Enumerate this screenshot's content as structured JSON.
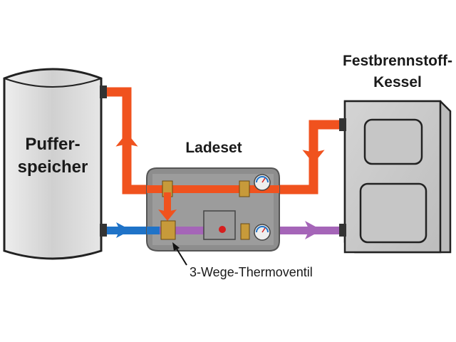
{
  "labels": {
    "tank_line1": "Puffer-",
    "tank_line2": "speicher",
    "boiler_line1": "Festbrennstoff-",
    "boiler_line2": "Kessel",
    "module": "Ladeset",
    "valve": "3-Wege-Thermoventil"
  },
  "colors": {
    "hot_flow": "#f0521e",
    "cold_return": "#1f73c8",
    "mixed_return": "#a565b8",
    "body_grey": "#d8d8d8",
    "outline": "#222222",
    "insulation": "#8d8d8d"
  }
}
